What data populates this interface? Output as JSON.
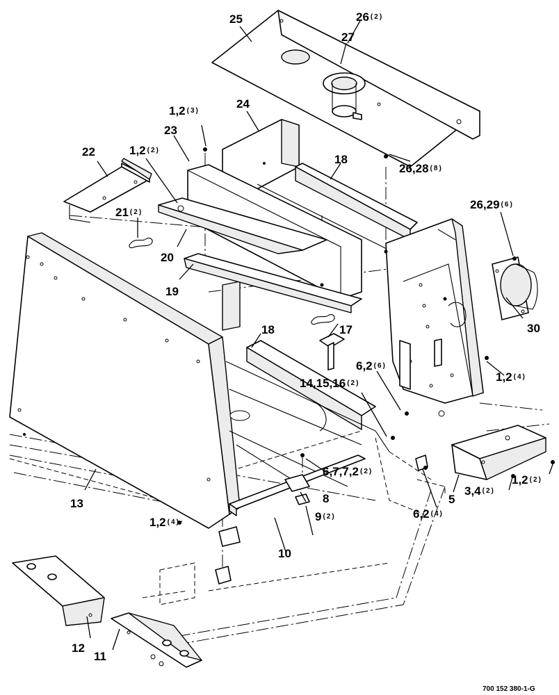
{
  "drawing_number": "700 152 380-1-G",
  "callouts": [
    {
      "id": "c25",
      "label": "25",
      "qty": ""
    },
    {
      "id": "c26a",
      "label": "26",
      "qty": "(2)"
    },
    {
      "id": "c27",
      "label": "27",
      "qty": ""
    },
    {
      "id": "c24",
      "label": "24",
      "qty": ""
    },
    {
      "id": "c12a",
      "label": "1,2",
      "qty": "(3)"
    },
    {
      "id": "c23",
      "label": "23",
      "qty": ""
    },
    {
      "id": "c12b",
      "label": "1,2",
      "qty": "(2)"
    },
    {
      "id": "c22",
      "label": "22",
      "qty": ""
    },
    {
      "id": "c18a",
      "label": "18",
      "qty": ""
    },
    {
      "id": "c2628",
      "label": "26,28",
      "qty": "(8)"
    },
    {
      "id": "c2629",
      "label": "26,29",
      "qty": "(6)"
    },
    {
      "id": "c21",
      "label": "21",
      "qty": "(2)"
    },
    {
      "id": "c20",
      "label": "20",
      "qty": ""
    },
    {
      "id": "c19",
      "label": "19",
      "qty": ""
    },
    {
      "id": "c30",
      "label": "30",
      "qty": ""
    },
    {
      "id": "c17",
      "label": "17",
      "qty": ""
    },
    {
      "id": "c18b",
      "label": "18",
      "qty": ""
    },
    {
      "id": "c62a",
      "label": "6,2",
      "qty": "(6)"
    },
    {
      "id": "c14",
      "label": "14,15,16",
      "qty": "(2)"
    },
    {
      "id": "c12c",
      "label": "1,2",
      "qty": "(4)"
    },
    {
      "id": "c13",
      "label": "13",
      "qty": ""
    },
    {
      "id": "c6772",
      "label": "6,7,7,2",
      "qty": "(2)"
    },
    {
      "id": "c5",
      "label": "5",
      "qty": ""
    },
    {
      "id": "c34",
      "label": "3,4",
      "qty": "(2)"
    },
    {
      "id": "c12d",
      "label": "1,2",
      "qty": "(2)"
    },
    {
      "id": "c8",
      "label": "8",
      "qty": ""
    },
    {
      "id": "c62b",
      "label": "6,2",
      "qty": "(4)"
    },
    {
      "id": "c9",
      "label": "9",
      "qty": "(2)"
    },
    {
      "id": "c12e",
      "label": "1,2",
      "qty": "(4)"
    },
    {
      "id": "c10",
      "label": "10",
      "qty": ""
    },
    {
      "id": "c12",
      "label": "12",
      "qty": ""
    },
    {
      "id": "c11",
      "label": "11",
      "qty": ""
    }
  ]
}
